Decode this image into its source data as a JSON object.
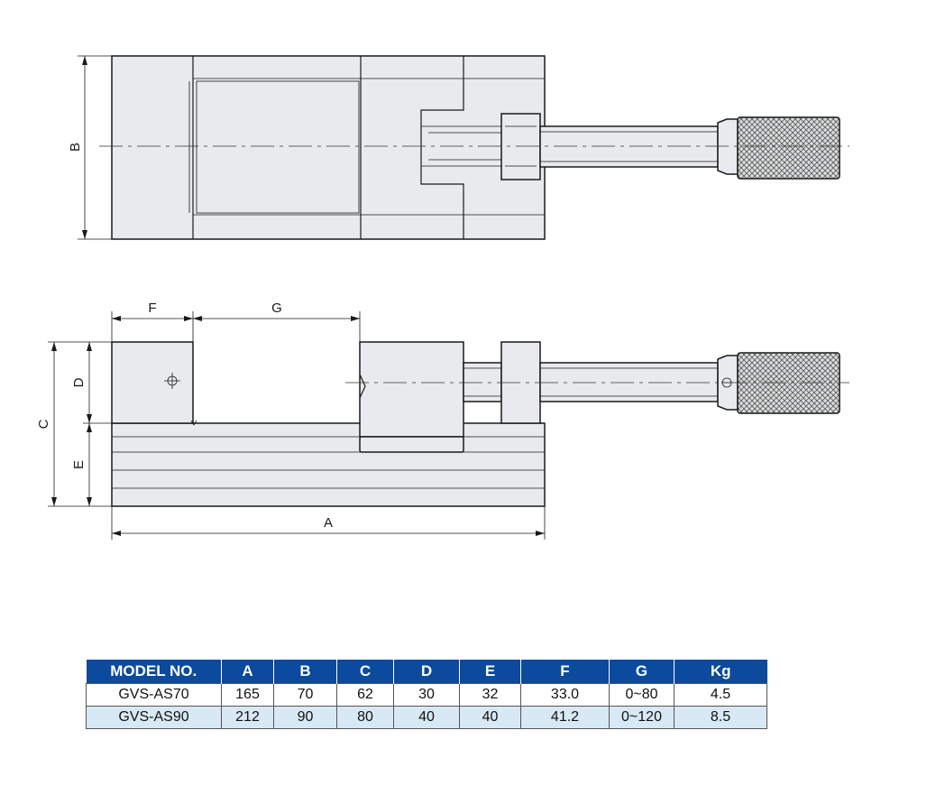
{
  "drawing": {
    "labels": {
      "A": "A",
      "B": "B",
      "C": "C",
      "D": "D",
      "E": "E",
      "F": "F",
      "G": "G"
    }
  },
  "table": {
    "headers": [
      "MODEL NO.",
      "A",
      "B",
      "C",
      "D",
      "E",
      "F",
      "G",
      "Kg"
    ],
    "rows": [
      [
        "GVS-AS70",
        "165",
        "70",
        "62",
        "30",
        "32",
        "33.0",
        "0~80",
        "4.5"
      ],
      [
        "GVS-AS90",
        "212",
        "90",
        "80",
        "40",
        "40",
        "41.2",
        "0~120",
        "8.5"
      ]
    ]
  }
}
